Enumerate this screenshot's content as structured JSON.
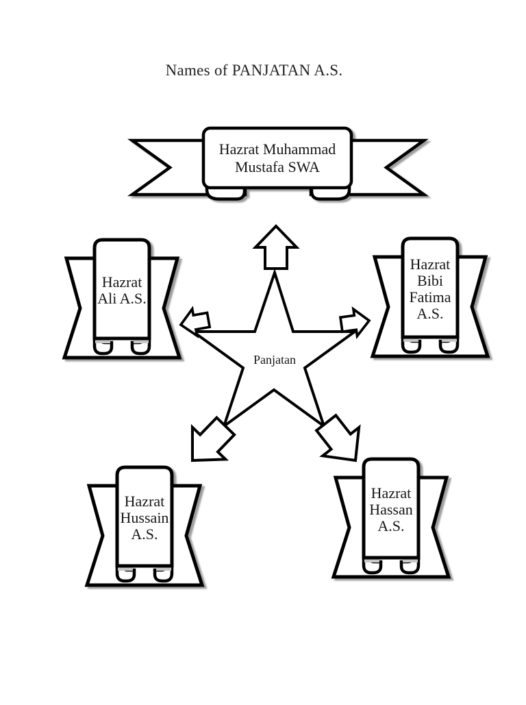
{
  "page": {
    "title": "Names of PANJATAN A.S.",
    "background_color": "#ffffff",
    "stroke_color": "#000000",
    "fill_color": "#ffffff",
    "curl_shading_color": "#c8c8c8"
  },
  "diagram": {
    "center": {
      "shape": "five-point-star",
      "label": "Panjatan"
    },
    "top_banner": {
      "shape": "horizontal-ribbon",
      "label": "Hazrat Muhammad\nMustafa SWA"
    },
    "banners": [
      {
        "id": "ali",
        "position": "middle-left",
        "shape": "vertical-scroll",
        "label": "Hazrat\nAli A.S."
      },
      {
        "id": "fatima",
        "position": "middle-right",
        "shape": "vertical-scroll",
        "label": "Hazrat\nBibi\nFatima\nA.S."
      },
      {
        "id": "hussain",
        "position": "bottom-left",
        "shape": "vertical-scroll",
        "label": "Hazrat\nHussain\nA.S."
      },
      {
        "id": "hassan",
        "position": "bottom-right",
        "shape": "vertical-scroll",
        "label": "Hazrat\nHassan\nA.S."
      }
    ],
    "arrows": [
      "up-arrow",
      "left-arrow",
      "right-arrow",
      "down-left-arrow",
      "down-right-arrow"
    ]
  }
}
